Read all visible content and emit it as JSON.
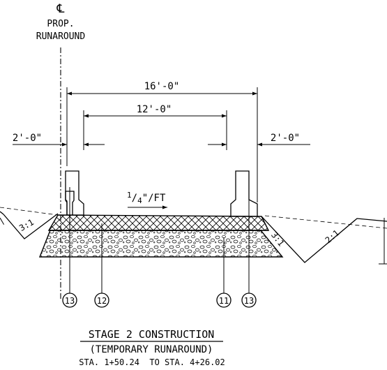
{
  "centerline": {
    "symbol": "℄",
    "line1": "PROP.",
    "line2": "RUNAROUND"
  },
  "dimensions": {
    "overall": "16'-0\"",
    "lane": "12'-0\"",
    "left_shoulder": "2'-0\"",
    "right_shoulder": "2'-0\""
  },
  "slope": {
    "cross_slope": "1/4\"/FT",
    "cross_slope_num": "1",
    "cross_slope_den": "4",
    "cross_slope_rest": "\"/FT",
    "left_fore": "3:1",
    "right_fore": "3:1",
    "right_back": "2:1"
  },
  "callouts": {
    "left_barrier": "13",
    "left_pavement": "12",
    "right_pavement": "11",
    "right_barrier": "13"
  },
  "title": {
    "line1": "STAGE 2 CONSTRUCTION",
    "line2": "(TEMPORARY RUNAROUND)",
    "line3": "STA. 1+50.24  TO STA. 4+26.02"
  }
}
